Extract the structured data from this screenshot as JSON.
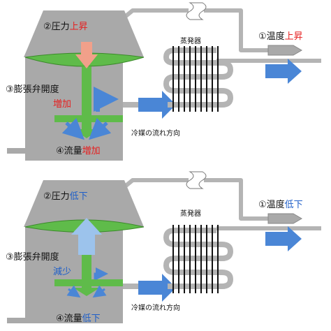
{
  "panels": [
    {
      "pressure": {
        "prefix": "②圧力",
        "change": "上昇"
      },
      "opening": {
        "label": "③膨張弁開度",
        "change": "増加"
      },
      "flow": {
        "prefix": "④流量",
        "change": "増加"
      },
      "temperature": {
        "prefix": "①温度",
        "change": "上昇"
      },
      "evaporator": "蒸発器",
      "direction": "冷媒の流れ方向",
      "arrow_direction": "down"
    },
    {
      "pressure": {
        "prefix": "②圧力",
        "change": "低下"
      },
      "opening": {
        "label": "③膨張弁開度",
        "change": "減少"
      },
      "flow": {
        "prefix": "④流量",
        "change": "低下"
      },
      "temperature": {
        "prefix": "①温度",
        "change": "低下"
      },
      "evaporator": "蒸発器",
      "direction": "冷媒の流れ方向",
      "arrow_direction": "up"
    }
  ],
  "colors": {
    "valve_body": "#a9a9a9",
    "tube": "#b4b4b4",
    "diaphragm": "#5fbb4a",
    "flow_arrow": "#4a86d6",
    "pressure_up_arrow": "#f1a08a",
    "pressure_down_arrow": "#9cc3ec",
    "increase_text": "#e61e1e",
    "decrease_text": "#1f5fc8"
  }
}
